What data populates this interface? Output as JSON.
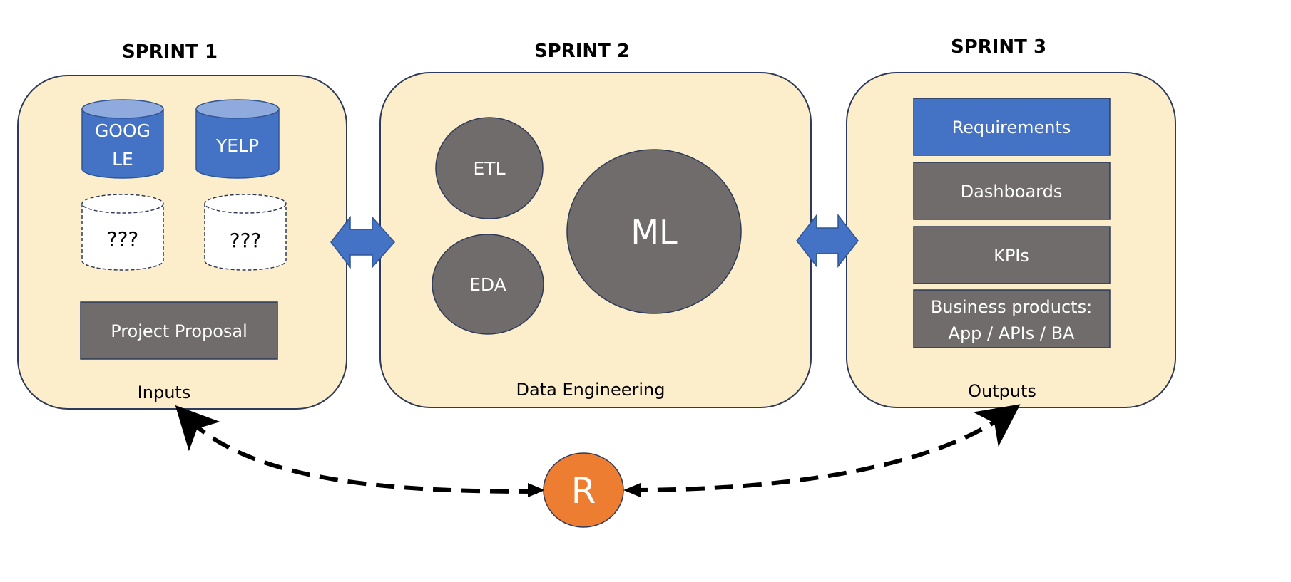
{
  "sprints": [
    {
      "title": "SPRINT 1",
      "label": "Inputs"
    },
    {
      "title": "SPRINT 2",
      "label": "Data Engineering"
    },
    {
      "title": "SPRINT 3",
      "label": "Outputs"
    }
  ],
  "inputs": {
    "sources": [
      {
        "line1": "GOOG",
        "line2": "LE"
      },
      {
        "text": "YELP"
      }
    ],
    "unknown": [
      "???",
      "???"
    ],
    "proposal": "Project Proposal"
  },
  "engineering": {
    "etl": "ETL",
    "eda": "EDA",
    "ml": "ML"
  },
  "outputs": {
    "requirements": "Requirements",
    "dashboards": "Dashboards",
    "kpis": "KPIs",
    "business_line1": "Business products:",
    "business_line2": "App / APIs / BA"
  },
  "review": {
    "label": "R"
  },
  "colors": {
    "panel_fill": "#fdeecb",
    "panel_stroke": "#2e3a59",
    "blue": "#4472c4",
    "blue_light": "#8faadc",
    "gray": "#706c6b",
    "orange": "#ed7d31"
  }
}
